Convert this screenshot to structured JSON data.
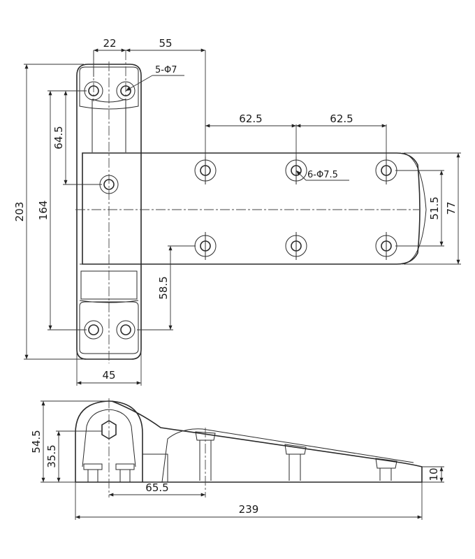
{
  "top_view": {
    "dims": {
      "d22": "22",
      "d55": "55",
      "d62a": "62.5",
      "d62b": "62.5",
      "d203": "203",
      "d164": "164",
      "d645": "64.5",
      "d585": "58.5",
      "d515": "51.5",
      "d77": "77",
      "d45": "45"
    },
    "callouts": {
      "holes_5": "5-Φ7",
      "holes_6": "6-Φ7.5"
    }
  },
  "side_view": {
    "dims": {
      "d545": "54.5",
      "d355": "35.5",
      "d655": "65.5",
      "d239": "239",
      "d10": "10"
    }
  }
}
